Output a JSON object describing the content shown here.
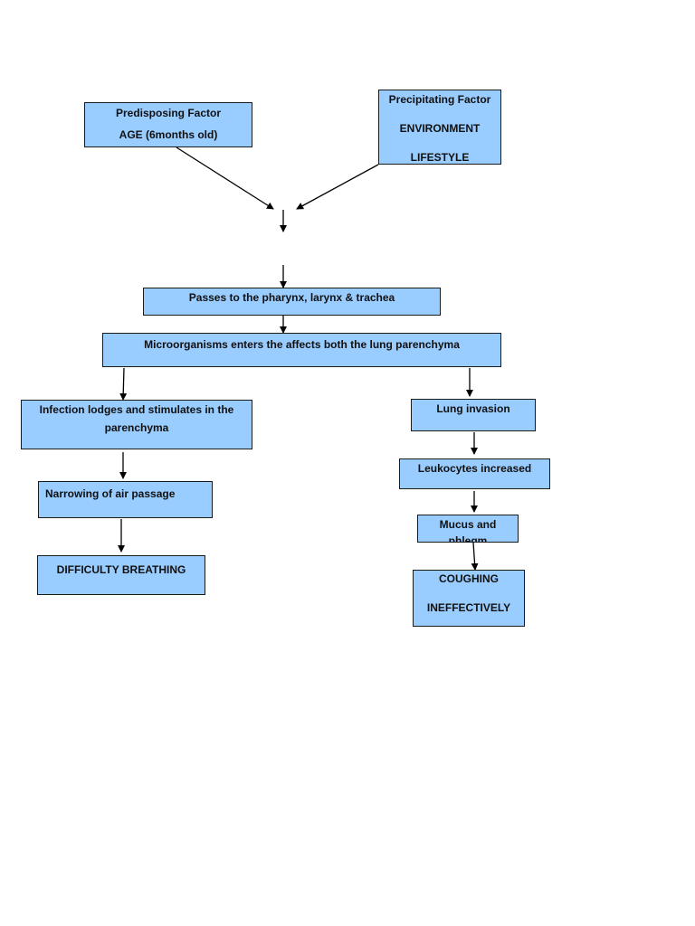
{
  "predisposing": {
    "title": "Predisposing Factor",
    "value": "AGE (6months old)"
  },
  "precipitating": {
    "title": "Precipitating Factor",
    "line1": "ENVIRONMENT",
    "line2": "LIFESTYLE"
  },
  "flow": {
    "pharynx": "Passes to the pharynx, larynx & trachea",
    "microorganisms": "Microorganisms enters the affects both the lung parenchyma"
  },
  "left_branch": {
    "infection_line1": "Infection lodges and stimulates in the",
    "infection_line2": "parenchyma",
    "narrowing": "Narrowing of air passage",
    "difficulty": "DIFFICULTY BREATHING"
  },
  "right_branch": {
    "lung_invasion": "Lung invasion",
    "leukocytes": "Leukocytes increased",
    "mucus_line1": "Mucus and",
    "mucus_line2": "phlegm",
    "coughing_line1": "COUGHING",
    "coughing_line2": "INEFFECTIVELY"
  },
  "colors": {
    "box_fill": "#99ccff",
    "border": "#1a1a1a",
    "arrow": "#000000"
  }
}
